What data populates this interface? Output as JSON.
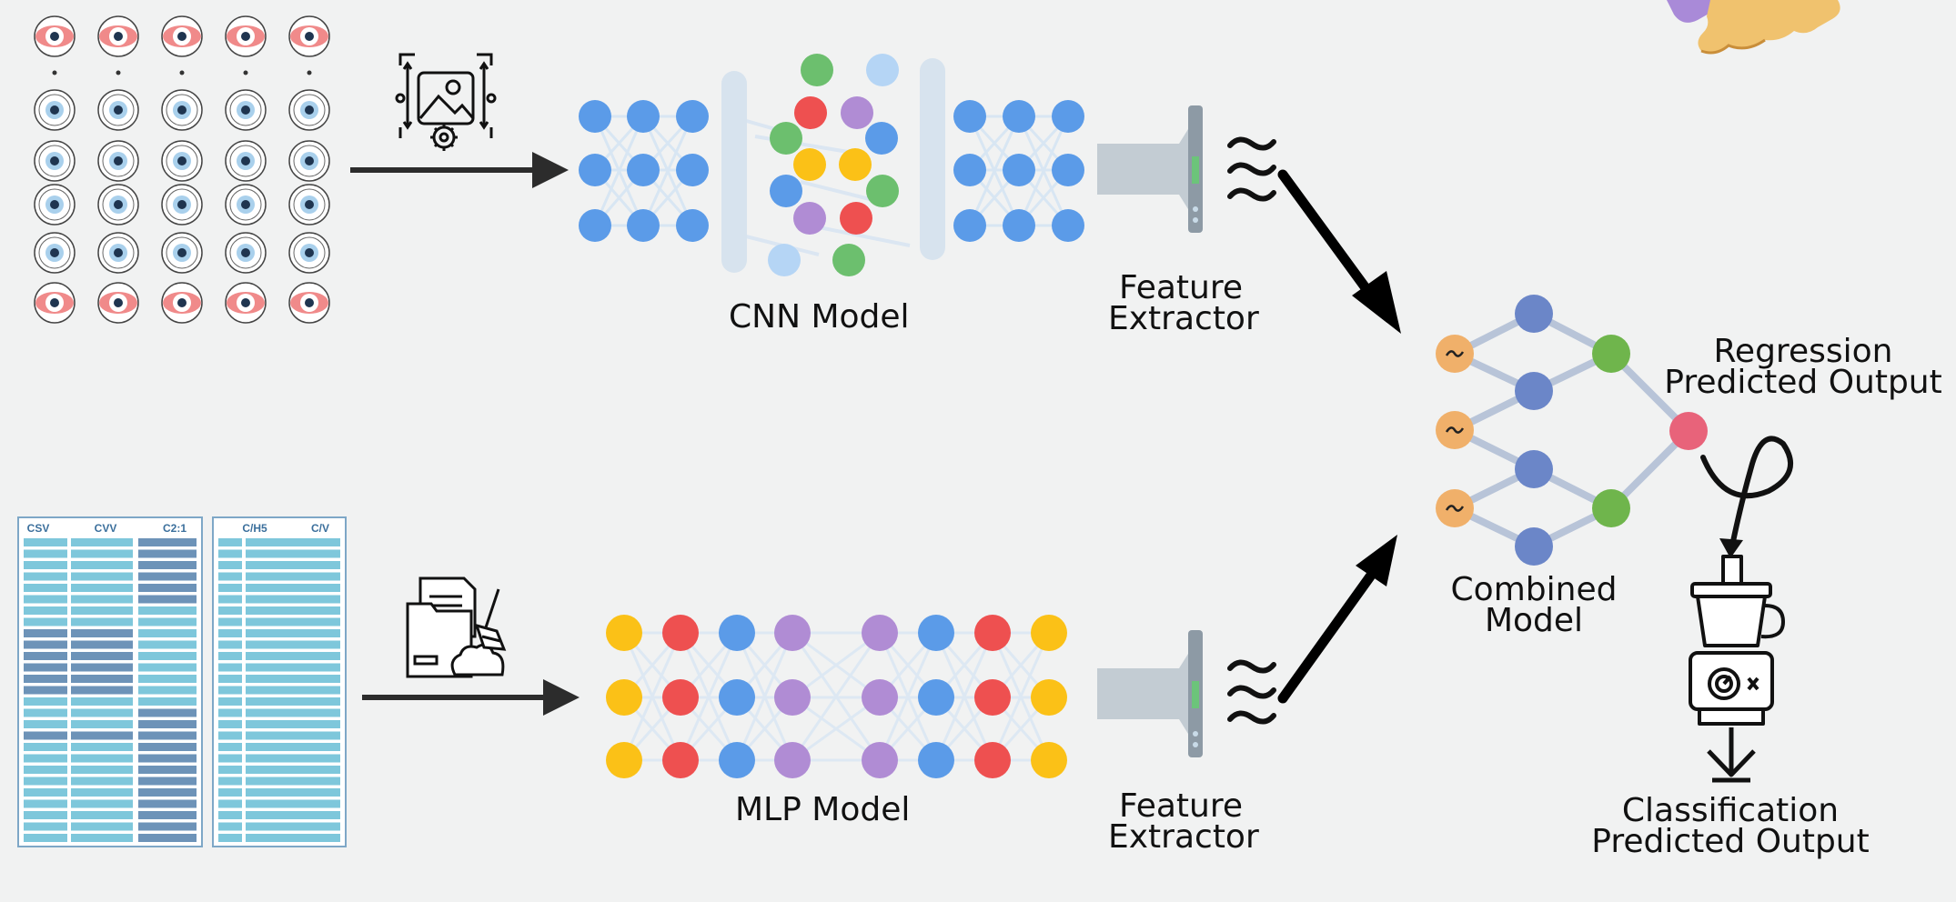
{
  "labels": {
    "cnn_model": "CNN Model",
    "mlp_model": "MLP Model",
    "feature_extractor_top": [
      "Feature",
      "Extractor"
    ],
    "feature_extractor_bottom": [
      "Feature",
      "Extractor"
    ],
    "combined_model": [
      "Combined",
      "Model"
    ],
    "regression_output": [
      "Regression",
      "Predicted Output"
    ],
    "classification_output": [
      "Classification",
      "Predicted Output"
    ]
  },
  "table_headers": {
    "left": [
      "CSV",
      "CVV",
      "C2:1"
    ],
    "right": [
      "C/H5",
      "C/V"
    ]
  },
  "colors": {
    "background": "#f1f2f2",
    "blue": "#5b9be8",
    "red": "#ee5050",
    "green": "#6cbf6e",
    "yellow": "#fbc117",
    "purple": "#b08cd4",
    "light_blue": "#b5d5f5",
    "node_dark_blue": "#6b86c8",
    "node_orange": "#f0b06a",
    "node_pink": "#e8637a",
    "node_green": "#6fb54c",
    "arrow": "#222222"
  },
  "icons": {
    "eye_grid": "eye-images-icon",
    "image_processing": "image-settings-icon",
    "data_cleaning": "folder-broom-icon",
    "funnel_top": "funnel-icon",
    "funnel_bottom": "funnel-icon",
    "squiggle_top": "wave-icon",
    "squiggle_bottom": "wave-icon",
    "output_device": "blender-device-icon",
    "puzzle_decoration": "puzzle-icon"
  }
}
